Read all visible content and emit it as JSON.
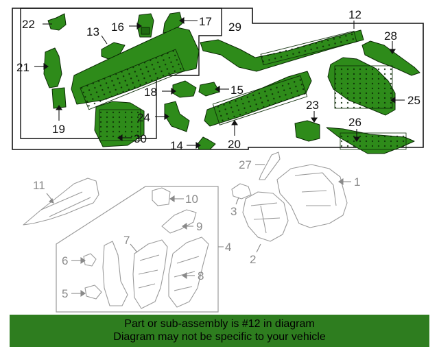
{
  "colors": {
    "highlight_fill": "#2e8b1a",
    "highlight_stroke": "#0b2a05",
    "ghost_stroke": "#9a9a9a",
    "label_dark": "#111111",
    "label_ghost": "#8a8a8a",
    "banner_bg": "#2e7d1f"
  },
  "callouts": {
    "c1": "1",
    "c2": "2",
    "c3": "3",
    "c4": "4",
    "c5": "5",
    "c6": "6",
    "c7": "7",
    "c8": "8",
    "c9": "9",
    "c10": "10",
    "c11": "11",
    "c12": "12",
    "c13": "13",
    "c14": "14",
    "c15": "15",
    "c16": "16",
    "c17": "17",
    "c18": "18",
    "c19": "19",
    "c20": "20",
    "c21": "21",
    "c22": "22",
    "c23": "23",
    "c24": "24",
    "c25": "25",
    "c26": "26",
    "c27": "27",
    "c28": "28",
    "c29": "29",
    "c30": "30"
  },
  "banner": {
    "line1": "Part or sub-assembly is #12 in diagram",
    "line2": "Diagram may not be specific to your vehicle"
  }
}
